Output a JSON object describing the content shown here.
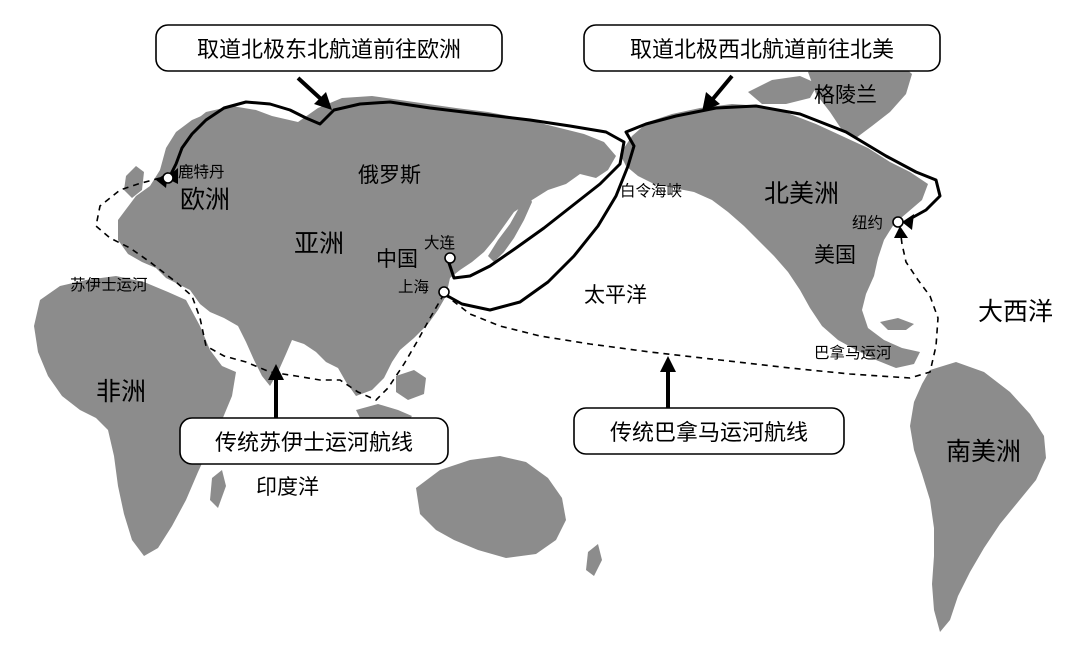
{
  "callouts": {
    "ne_passage": "取道北极东北航道前往欧洲",
    "nw_passage": "取道北极西北航道前往北美",
    "suez_route": "传统苏伊士运河航线",
    "panama_route": "传统巴拿马运河航线"
  },
  "places": {
    "rotterdam": "鹿特丹",
    "europe": "欧洲",
    "russia": "俄罗斯",
    "asia": "亚洲",
    "china": "中国",
    "dalian": "大连",
    "shanghai": "上海",
    "suez_canal": "苏伊士运河",
    "africa": "非洲",
    "indian_ocean": "印度洋",
    "bering_strait": "白令海峡",
    "pacific_ocean": "太平洋",
    "greenland": "格陵兰",
    "north_america": "北美洲",
    "new_york": "纽约",
    "usa": "美国",
    "atlantic_ocean": "大西洋",
    "panama_canal": "巴拿马运河",
    "south_america": "南美洲"
  },
  "colors": {
    "land": "#8c8c8c",
    "sea": "#ffffff",
    "route": "#000000"
  }
}
